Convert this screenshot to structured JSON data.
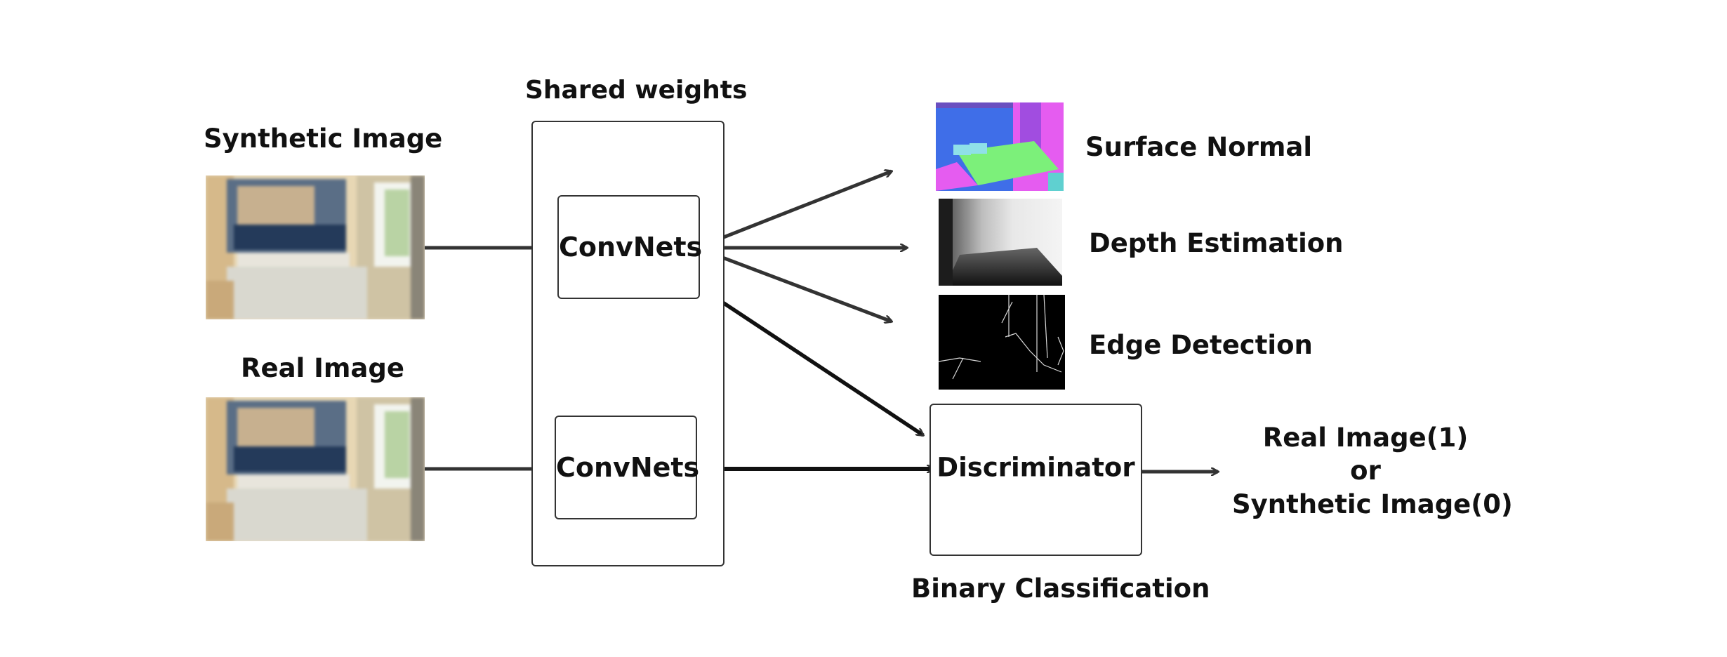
{
  "labels": {
    "shared_weights": "Shared weights",
    "synthetic_image": "Synthetic Image",
    "real_image": "Real Image",
    "convnets_top": "ConvNets",
    "convnets_bottom": "ConvNets",
    "surface_normal": "Surface Normal",
    "depth_estimation": "Depth Estimation",
    "edge_detection": "Edge Detection",
    "discriminator": "Discriminator",
    "binary_classification": "Binary Classification",
    "output_line1": "Real Image(1)",
    "output_line2": "or",
    "output_line3": "Synthetic Image(0)"
  },
  "colors": {
    "stroke": "#333333",
    "normal_blue": "#3f6ee8",
    "normal_magenta": "#e55cf0",
    "normal_green": "#7cf07a",
    "depth_dark": "#1a1a1a",
    "edge_black": "#000000"
  }
}
